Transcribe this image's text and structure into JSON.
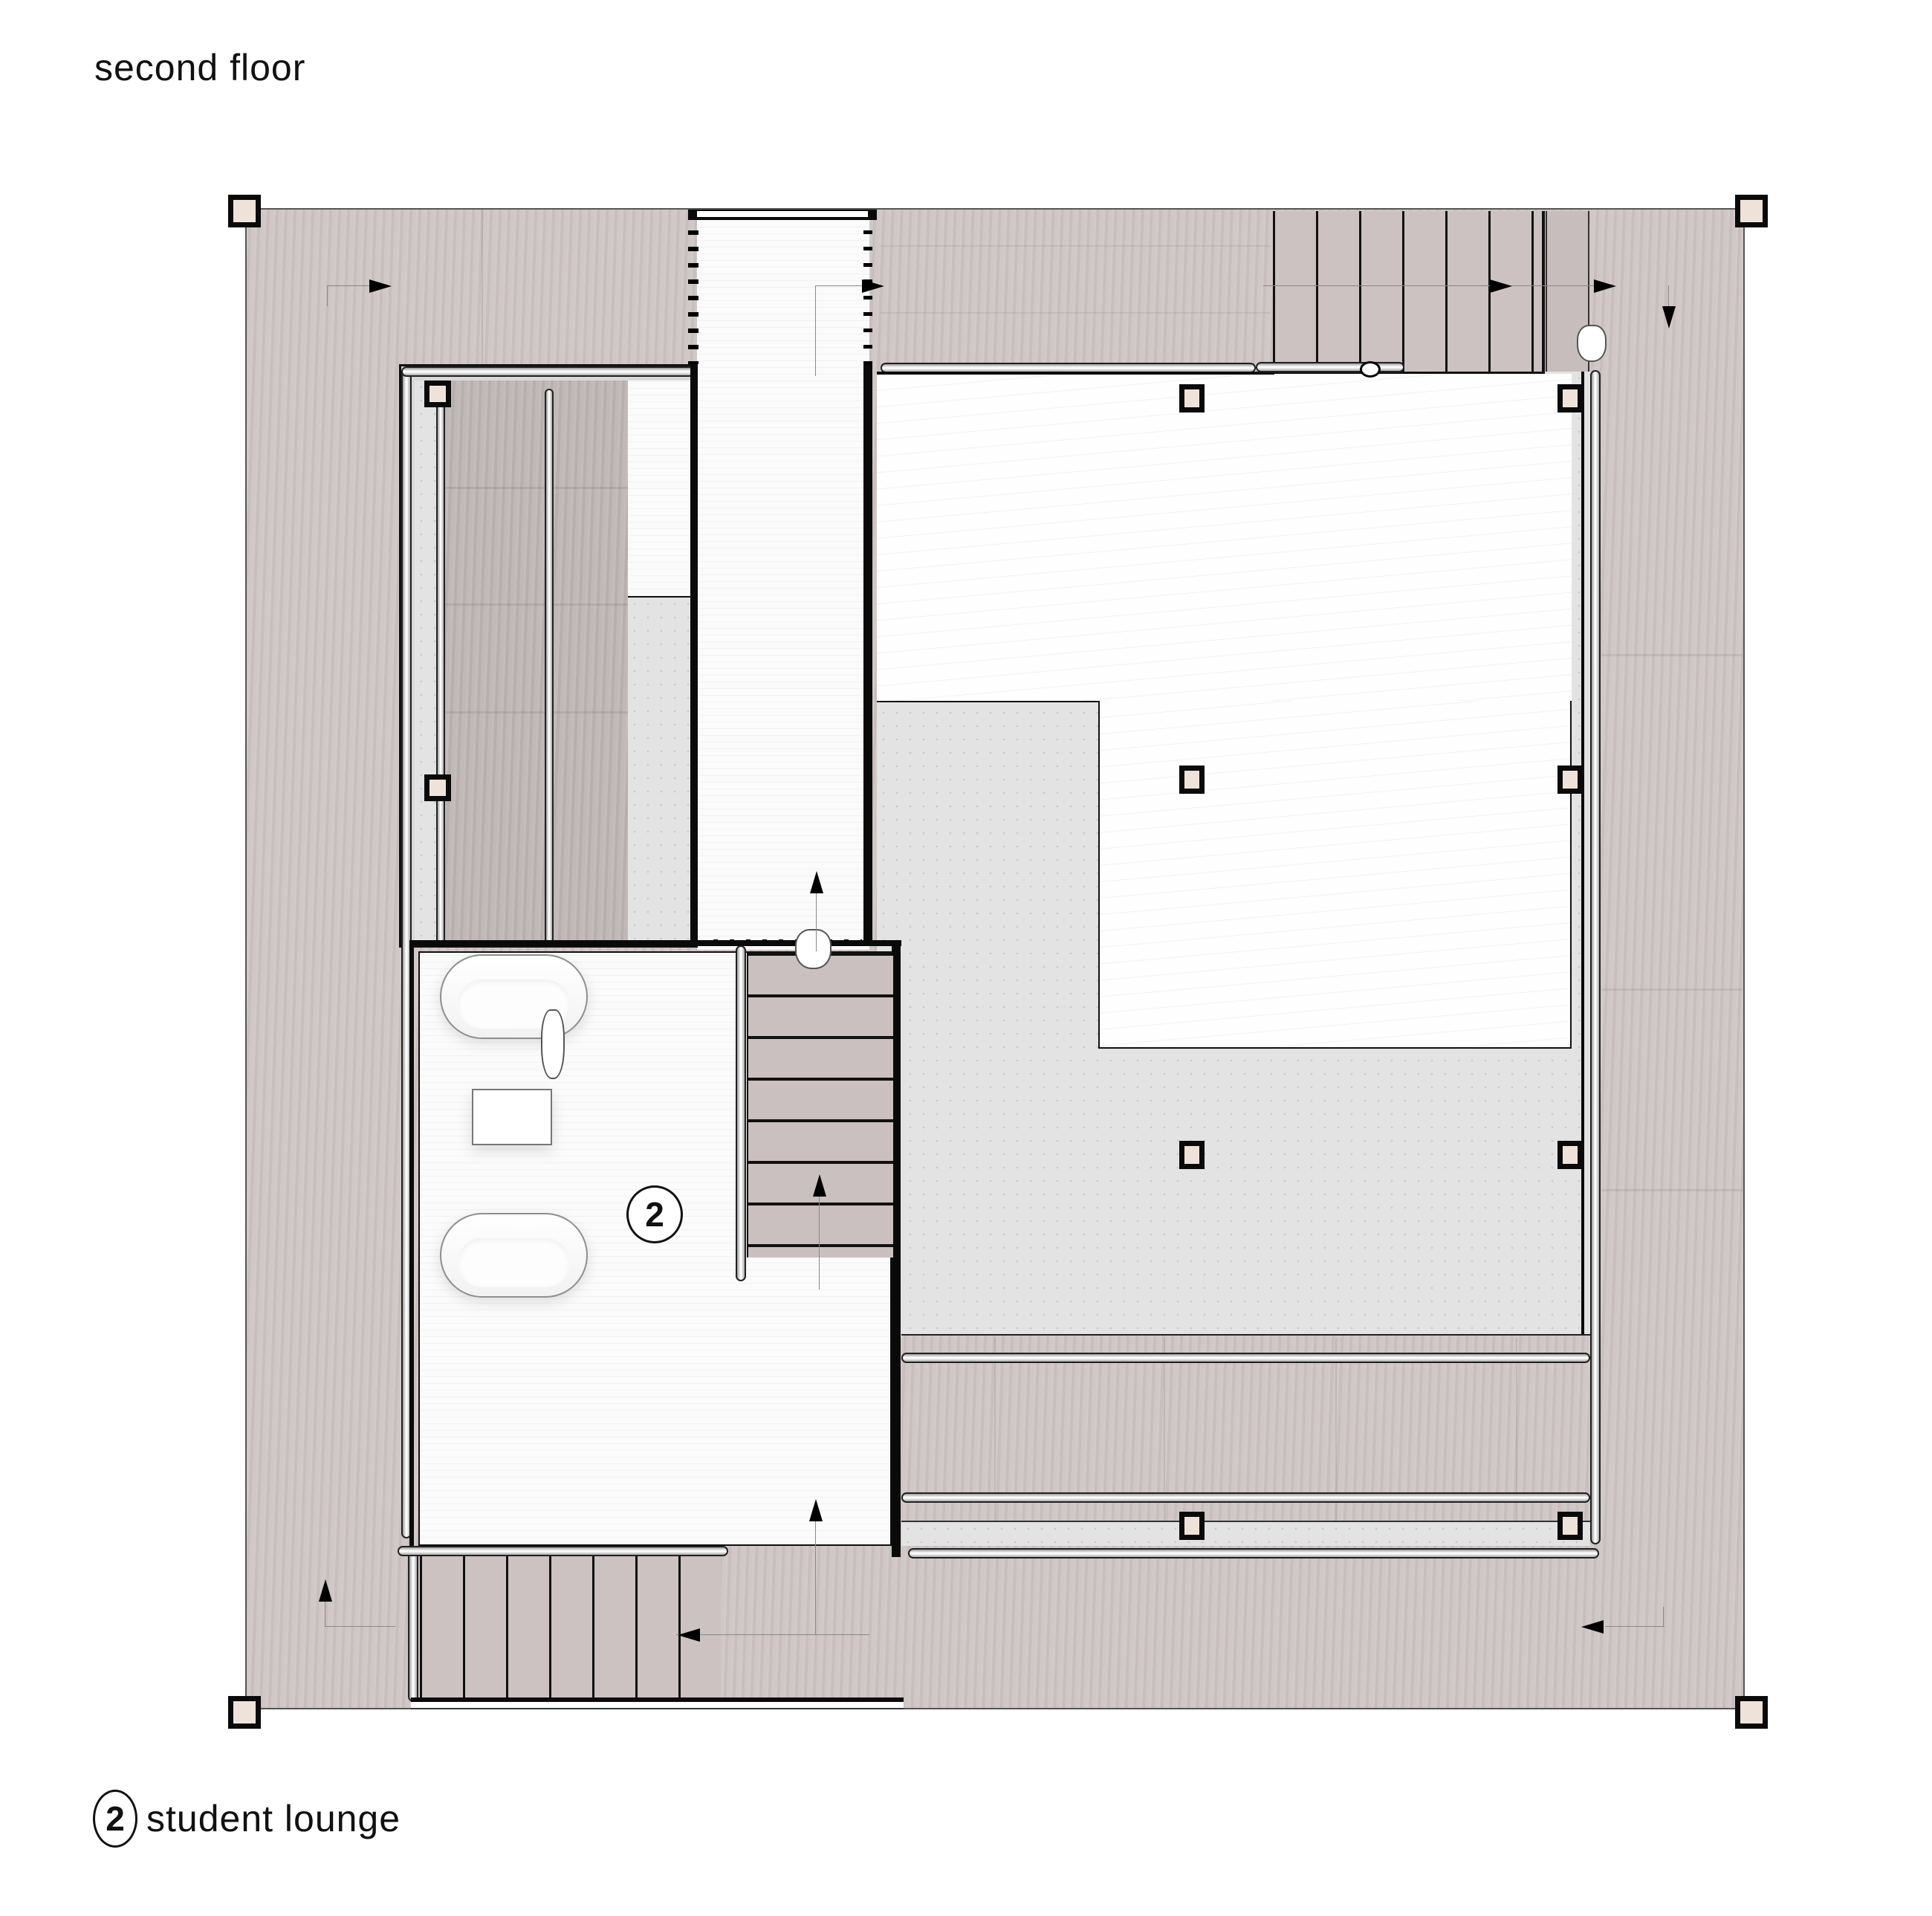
{
  "header": {
    "title": "second floor"
  },
  "legend": {
    "items": [
      {
        "number": "2",
        "label": "student lounge"
      }
    ]
  },
  "plan": {
    "room_tags": [
      {
        "number": "2",
        "room": "student lounge"
      }
    ],
    "colors": {
      "wood_floor": "#cdc4c3",
      "column_fill": "#efe3d9",
      "wall": "#0a0a0a",
      "dotted_floor": "#e4e3e3",
      "white_floor": "#fbfbfb"
    },
    "elements": {
      "columns": 14,
      "stairs": 3,
      "sofas": 2,
      "coffee_tables": 1,
      "people": 4,
      "circulation_arrows": 11
    }
  }
}
